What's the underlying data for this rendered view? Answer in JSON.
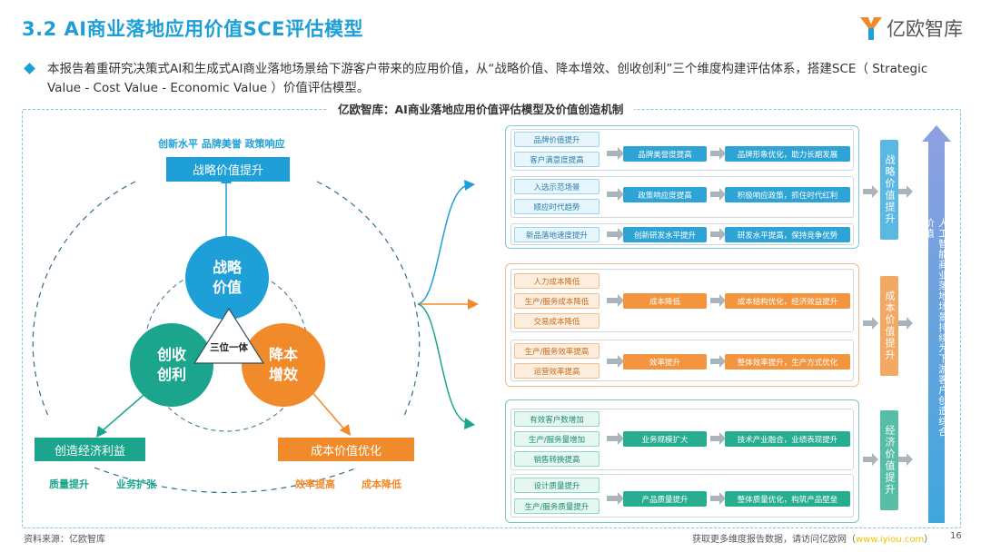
{
  "header": {
    "title": "3.2  AI商业落地应用价值SCE评估模型",
    "logo_text": "亿欧智库"
  },
  "intro": {
    "text": "本报告着重研究决策式AI和生成式AI商业落地场景给下游客户带来的应用价值，从“战略价值、降本增效、创收创利”三个维度构建评估体系，搭建SCE（ Strategic Value - Cost Value - Economic Value ）价值评估模型。"
  },
  "diagram": {
    "title": "亿欧智库：AI商业落地应用价值评估模型及价值创造机制",
    "top_keywords": "创新水平  品牌美誉  政策响应",
    "strategy_box": "战略价值提升",
    "circle_strategy": [
      "战略",
      "价值"
    ],
    "circle_revenue": [
      "创收",
      "创利"
    ],
    "circle_cost": [
      "降本",
      "增效"
    ],
    "triangle_label": "三位一体",
    "left_box": "创造经济利益",
    "left_kw1": "质量提升",
    "left_kw2": "业务扩张",
    "right_box": "成本价值优化",
    "right_kw1": "效率提高",
    "right_kw2": "成本降低",
    "colors": {
      "blue": "#1e9fd8",
      "orange": "#f08a2a",
      "green": "#1aa58c"
    }
  },
  "panels": {
    "strategic": {
      "groups": [
        {
          "inputs": [
            "品牌价值提升",
            "客户满意度提高"
          ],
          "mid": "品牌美誉度提高",
          "out": "品牌形象优化，助力长期发展"
        },
        {
          "inputs": [
            "入选示范场景",
            "顺应时代趋势"
          ],
          "mid": "政策响应度提高",
          "out": "积极响应政策，抓住时代红利"
        },
        {
          "inputs": [
            "新品落地速度提升"
          ],
          "mid": "创新研发水平提升",
          "out": "研发水平提高，保持竞争优势"
        }
      ],
      "bar": "战略价值提升"
    },
    "cost": {
      "groups": [
        {
          "inputs": [
            "人力成本降低",
            "生产/服务成本降低",
            "交易成本降低"
          ],
          "mid": "成本降低",
          "out": "成本结构优化，经济效益提升"
        },
        {
          "inputs": [
            "生产/服务效率提高",
            "运营效率提高"
          ],
          "mid": "效率提升",
          "out": "整体效率提升，生产方式优化"
        }
      ],
      "bar": "成本价值提升"
    },
    "economic": {
      "groups": [
        {
          "inputs": [
            "有效客户数增加",
            "生产/服务量增加",
            "销售转换提高"
          ],
          "mid": "业务规模扩大",
          "out": "技术产业融合，业绩表现提升"
        },
        {
          "inputs": [
            "设计质量提升",
            "生产/服务质量提升"
          ],
          "mid": "产品质量提升",
          "out": "整体质量优化，构筑产品壁垒"
        }
      ],
      "bar": "经济价值提升"
    },
    "big_bar": "人工智能商业落地场景持续为下游客户创造综合价值"
  },
  "footer": {
    "source": "资料来源：亿欧智库",
    "more": "获取更多维度报告数据，请访问亿欧网（",
    "url": "www.iyiou.com",
    "more_end": "）",
    "page": "16"
  }
}
